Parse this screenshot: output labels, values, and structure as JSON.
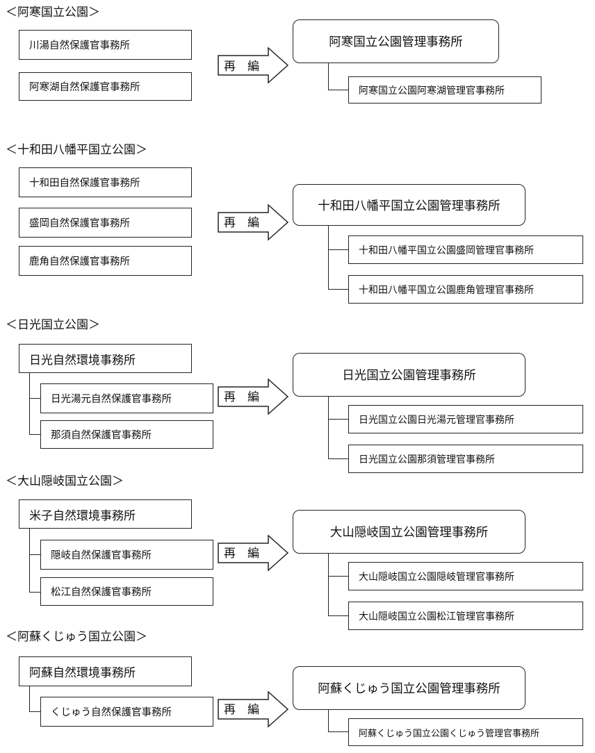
{
  "arrow_label": "再　編",
  "sections": [
    {
      "title": "＜阿寒国立公園＞",
      "old_items": [
        "川湯自然保護官事務所",
        "阿寒湖自然保護官事務所"
      ],
      "new_office": "阿寒国立公園管理事務所",
      "new_sub": [
        "阿寒国立公園阿寒湖管理官事務所"
      ]
    },
    {
      "title": "＜十和田八幡平国立公園＞",
      "old_items": [
        "十和田自然保護官事務所",
        "盛岡自然保護官事務所",
        "鹿角自然保護官事務所"
      ],
      "new_office": "十和田八幡平国立公園管理事務所",
      "new_sub": [
        "十和田八幡平国立公園盛岡管理官事務所",
        "十和田八幡平国立公園鹿角管理官事務所"
      ]
    },
    {
      "title": "＜日光国立公園＞",
      "old_parent": "日光自然環境事務所",
      "old_children": [
        "日光湯元自然保護官事務所",
        "那須自然保護官事務所"
      ],
      "new_office": "日光国立公園管理事務所",
      "new_sub": [
        "日光国立公園日光湯元管理官事務所",
        "日光国立公園那須管理官事務所"
      ]
    },
    {
      "title": "＜大山隠岐国立公園＞",
      "old_parent": "米子自然環境事務所",
      "old_children": [
        "隠岐自然保護官事務所",
        "松江自然保護官事務所"
      ],
      "new_office": "大山隠岐国立公園管理事務所",
      "new_sub": [
        "大山隠岐国立公園隠岐管理官事務所",
        "大山隠岐国立公園松江管理官事務所"
      ]
    },
    {
      "title": "＜阿蘇くじゅう国立公園＞",
      "old_parent": "阿蘇自然環境事務所",
      "old_children": [
        "くじゅう自然保護官事務所"
      ],
      "new_office": "阿蘇くじゅう国立公園管理事務所",
      "new_sub": [
        "阿蘇くじゅう国立公園くじゅう管理官事務所"
      ]
    }
  ]
}
